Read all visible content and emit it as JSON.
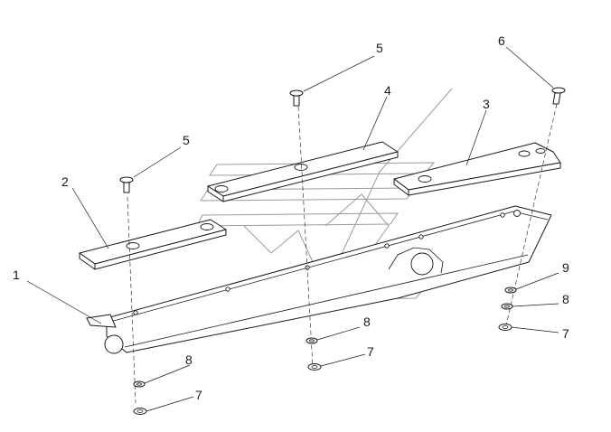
{
  "callouts": [
    {
      "id": "c1",
      "text": "1"
    },
    {
      "id": "c2",
      "text": "2"
    },
    {
      "id": "c3",
      "text": "3"
    },
    {
      "id": "c4",
      "text": "4"
    },
    {
      "id": "c5a",
      "text": "5"
    },
    {
      "id": "c5b",
      "text": "5"
    },
    {
      "id": "c6",
      "text": "6"
    },
    {
      "id": "c7a",
      "text": "7"
    },
    {
      "id": "c7b",
      "text": "7"
    },
    {
      "id": "c7c",
      "text": "7"
    },
    {
      "id": "c8a",
      "text": "8"
    },
    {
      "id": "c8b",
      "text": "8"
    },
    {
      "id": "c8c",
      "text": "8"
    },
    {
      "id": "c9",
      "text": "9"
    }
  ]
}
